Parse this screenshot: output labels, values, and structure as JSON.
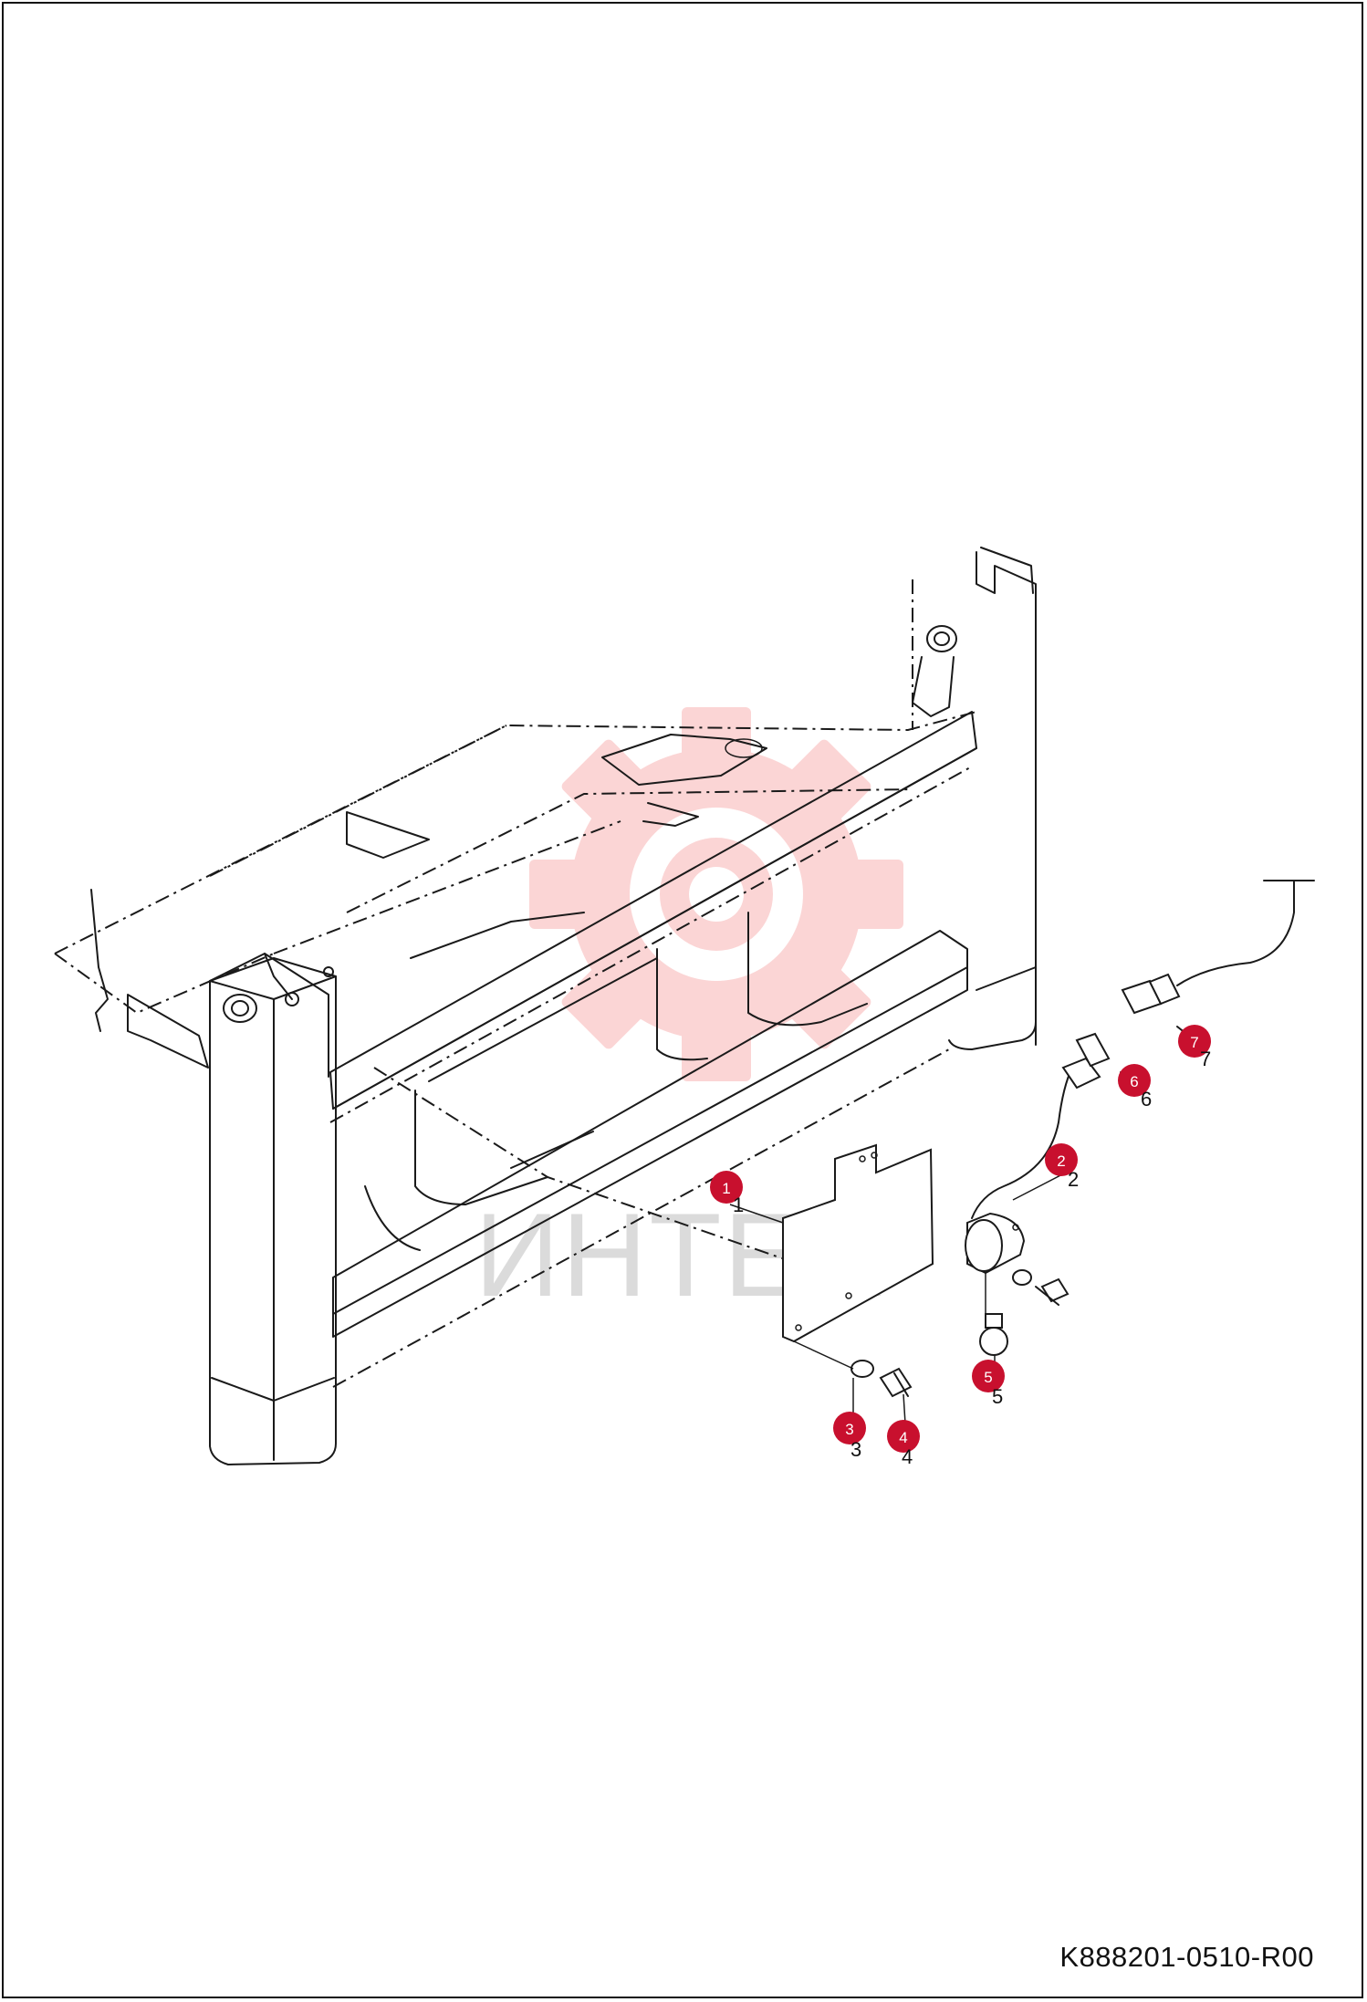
{
  "document_code": "K888201-0510-R00",
  "watermark": {
    "text": "ИНТЕХ",
    "color": "#f26b6b"
  },
  "callout_color": "#c8102e",
  "callouts": [
    {
      "number": "1",
      "part_label": "1"
    },
    {
      "number": "2",
      "part_label": "2"
    },
    {
      "number": "3",
      "part_label": "3"
    },
    {
      "number": "4",
      "part_label": "4"
    },
    {
      "number": "5",
      "part_label": "5"
    },
    {
      "number": "6",
      "part_label": "6"
    },
    {
      "number": "7",
      "part_label": "7"
    }
  ]
}
